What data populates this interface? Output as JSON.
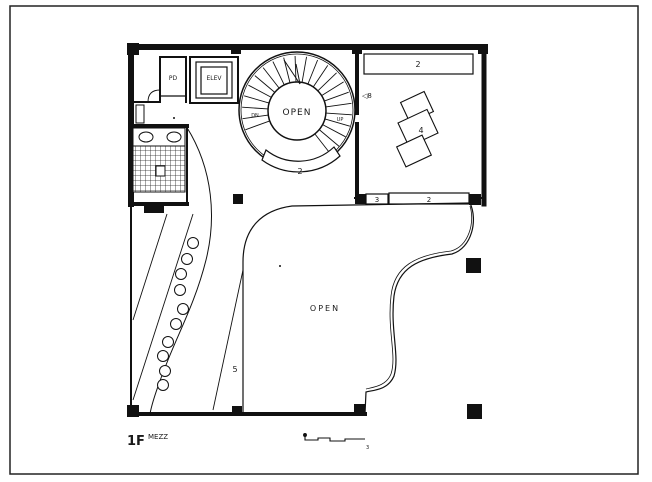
{
  "plan": {
    "title_main": "1F",
    "title_sub": "MEZZ",
    "labels": {
      "pd": "PD",
      "elev": "ELEV",
      "open_stair": "OPEN",
      "open_main": "OPEN",
      "dn": "DN",
      "up": "UP",
      "stair_marker": "◁8",
      "counter_top": "2",
      "counter_stair": "2",
      "counter_right": "2",
      "seat_3": "3",
      "table_4": "4",
      "zone_5": "5"
    },
    "scale_bar": {
      "end_label": "3"
    }
  }
}
